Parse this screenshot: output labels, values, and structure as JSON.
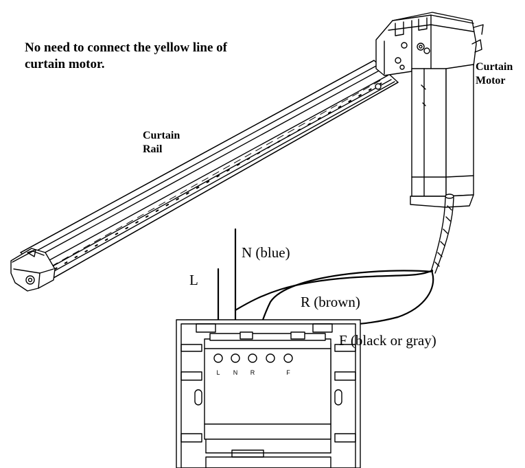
{
  "note": {
    "line1": "No need to connect the yellow line of",
    "line2": "curtain motor."
  },
  "motor_label": {
    "line1": "Curtain",
    "line2": "Motor"
  },
  "rail_label": {
    "line1": "Curtain",
    "line2": "Rail"
  },
  "wires": {
    "n": "N (blue)",
    "l": "L",
    "r": "R (brown)",
    "f": "F (black or gray)"
  },
  "terminals": [
    "L",
    "N",
    "R",
    "F"
  ]
}
